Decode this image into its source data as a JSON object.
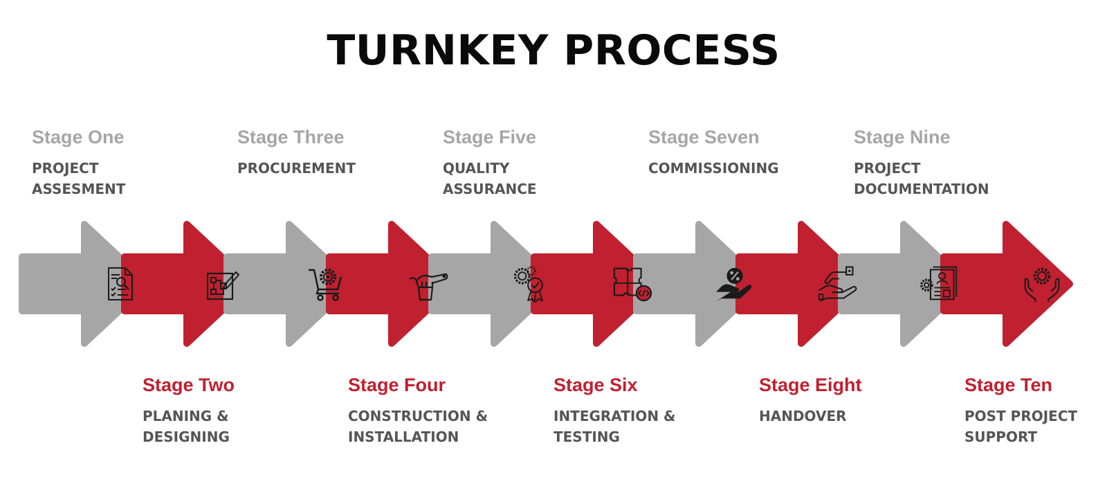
{
  "title": "TURNKEY PROCESS",
  "colors": {
    "gray": "#A6A6A6",
    "red": "#C0202F",
    "gray_title": "#A6A6A6",
    "red_title": "#C0202F",
    "desc": "#555555",
    "icon": "#1A1A1A"
  },
  "stages": [
    {
      "title": "Stage One",
      "description": "PROJECT\nASSESMENT",
      "icon": "checklist-document-icon"
    },
    {
      "title": "Stage Two",
      "description": "PLANING &\nDESIGNING",
      "icon": "blueprint-pencil-icon"
    },
    {
      "title": "Stage Three",
      "description": "PROCUREMENT",
      "icon": "shopping-cart-gear-icon"
    },
    {
      "title": "Stage Four",
      "description": "CONSTRUCTION &\nINSTALLATION",
      "icon": "hand-wrench-icon"
    },
    {
      "title": "Stage Five",
      "description": "QUALITY\nASSURANCE",
      "icon": "gears-badge-icon"
    },
    {
      "title": "Stage Six",
      "description": "INTEGRATION &\nTESTING",
      "icon": "puzzle-code-icon"
    },
    {
      "title": "Stage Seven",
      "description": "COMMISSIONING",
      "icon": "hand-percent-icon"
    },
    {
      "title": "Stage Eight",
      "description": "HANDOVER",
      "icon": "hands-handover-icon"
    },
    {
      "title": "Stage Nine",
      "description": "PROJECT\nDOCUMENTATION",
      "icon": "documents-gear-icon"
    },
    {
      "title": "Stage Ten",
      "description": "POST PROJECT\nSUPPORT",
      "icon": "hands-gear-icon"
    }
  ]
}
